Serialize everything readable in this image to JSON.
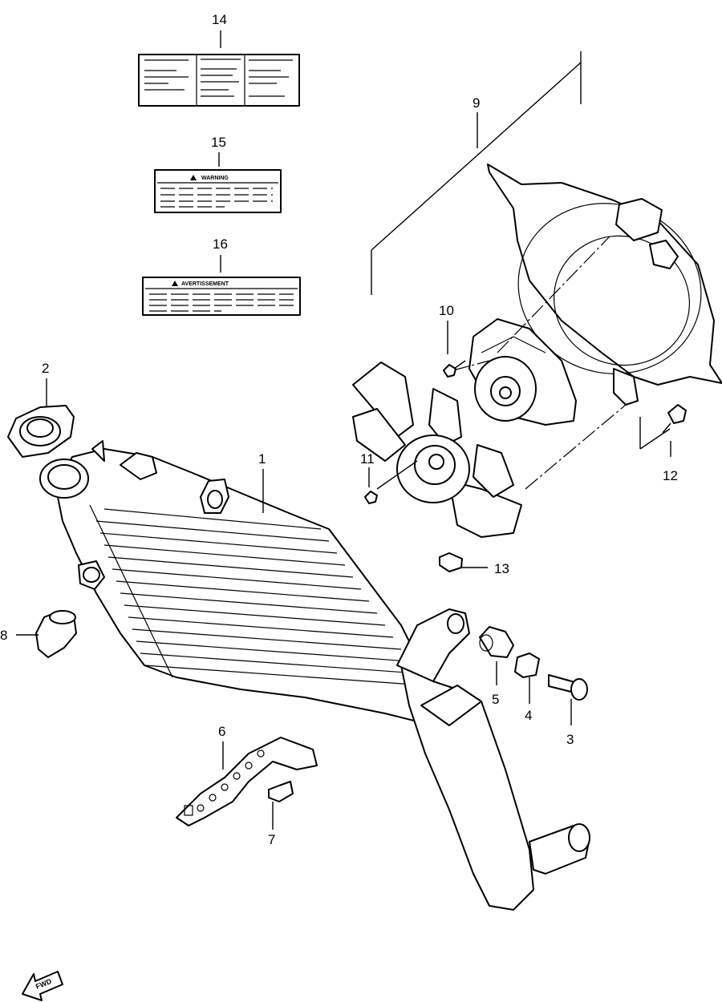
{
  "callouts": {
    "c1": "1",
    "c2": "2",
    "c3": "3",
    "c4": "4",
    "c5": "5",
    "c6": "6",
    "c7": "7",
    "c8": "8",
    "c9": "9",
    "c10": "10",
    "c11": "11",
    "c12": "12",
    "c13": "13",
    "c14": "14",
    "c15": "15",
    "c16": "16"
  },
  "labels": {
    "warning_title": "WARNING",
    "avertissement_title": "AVERTISSEMENT"
  },
  "fwd_arrow": {
    "text": "FWD"
  }
}
